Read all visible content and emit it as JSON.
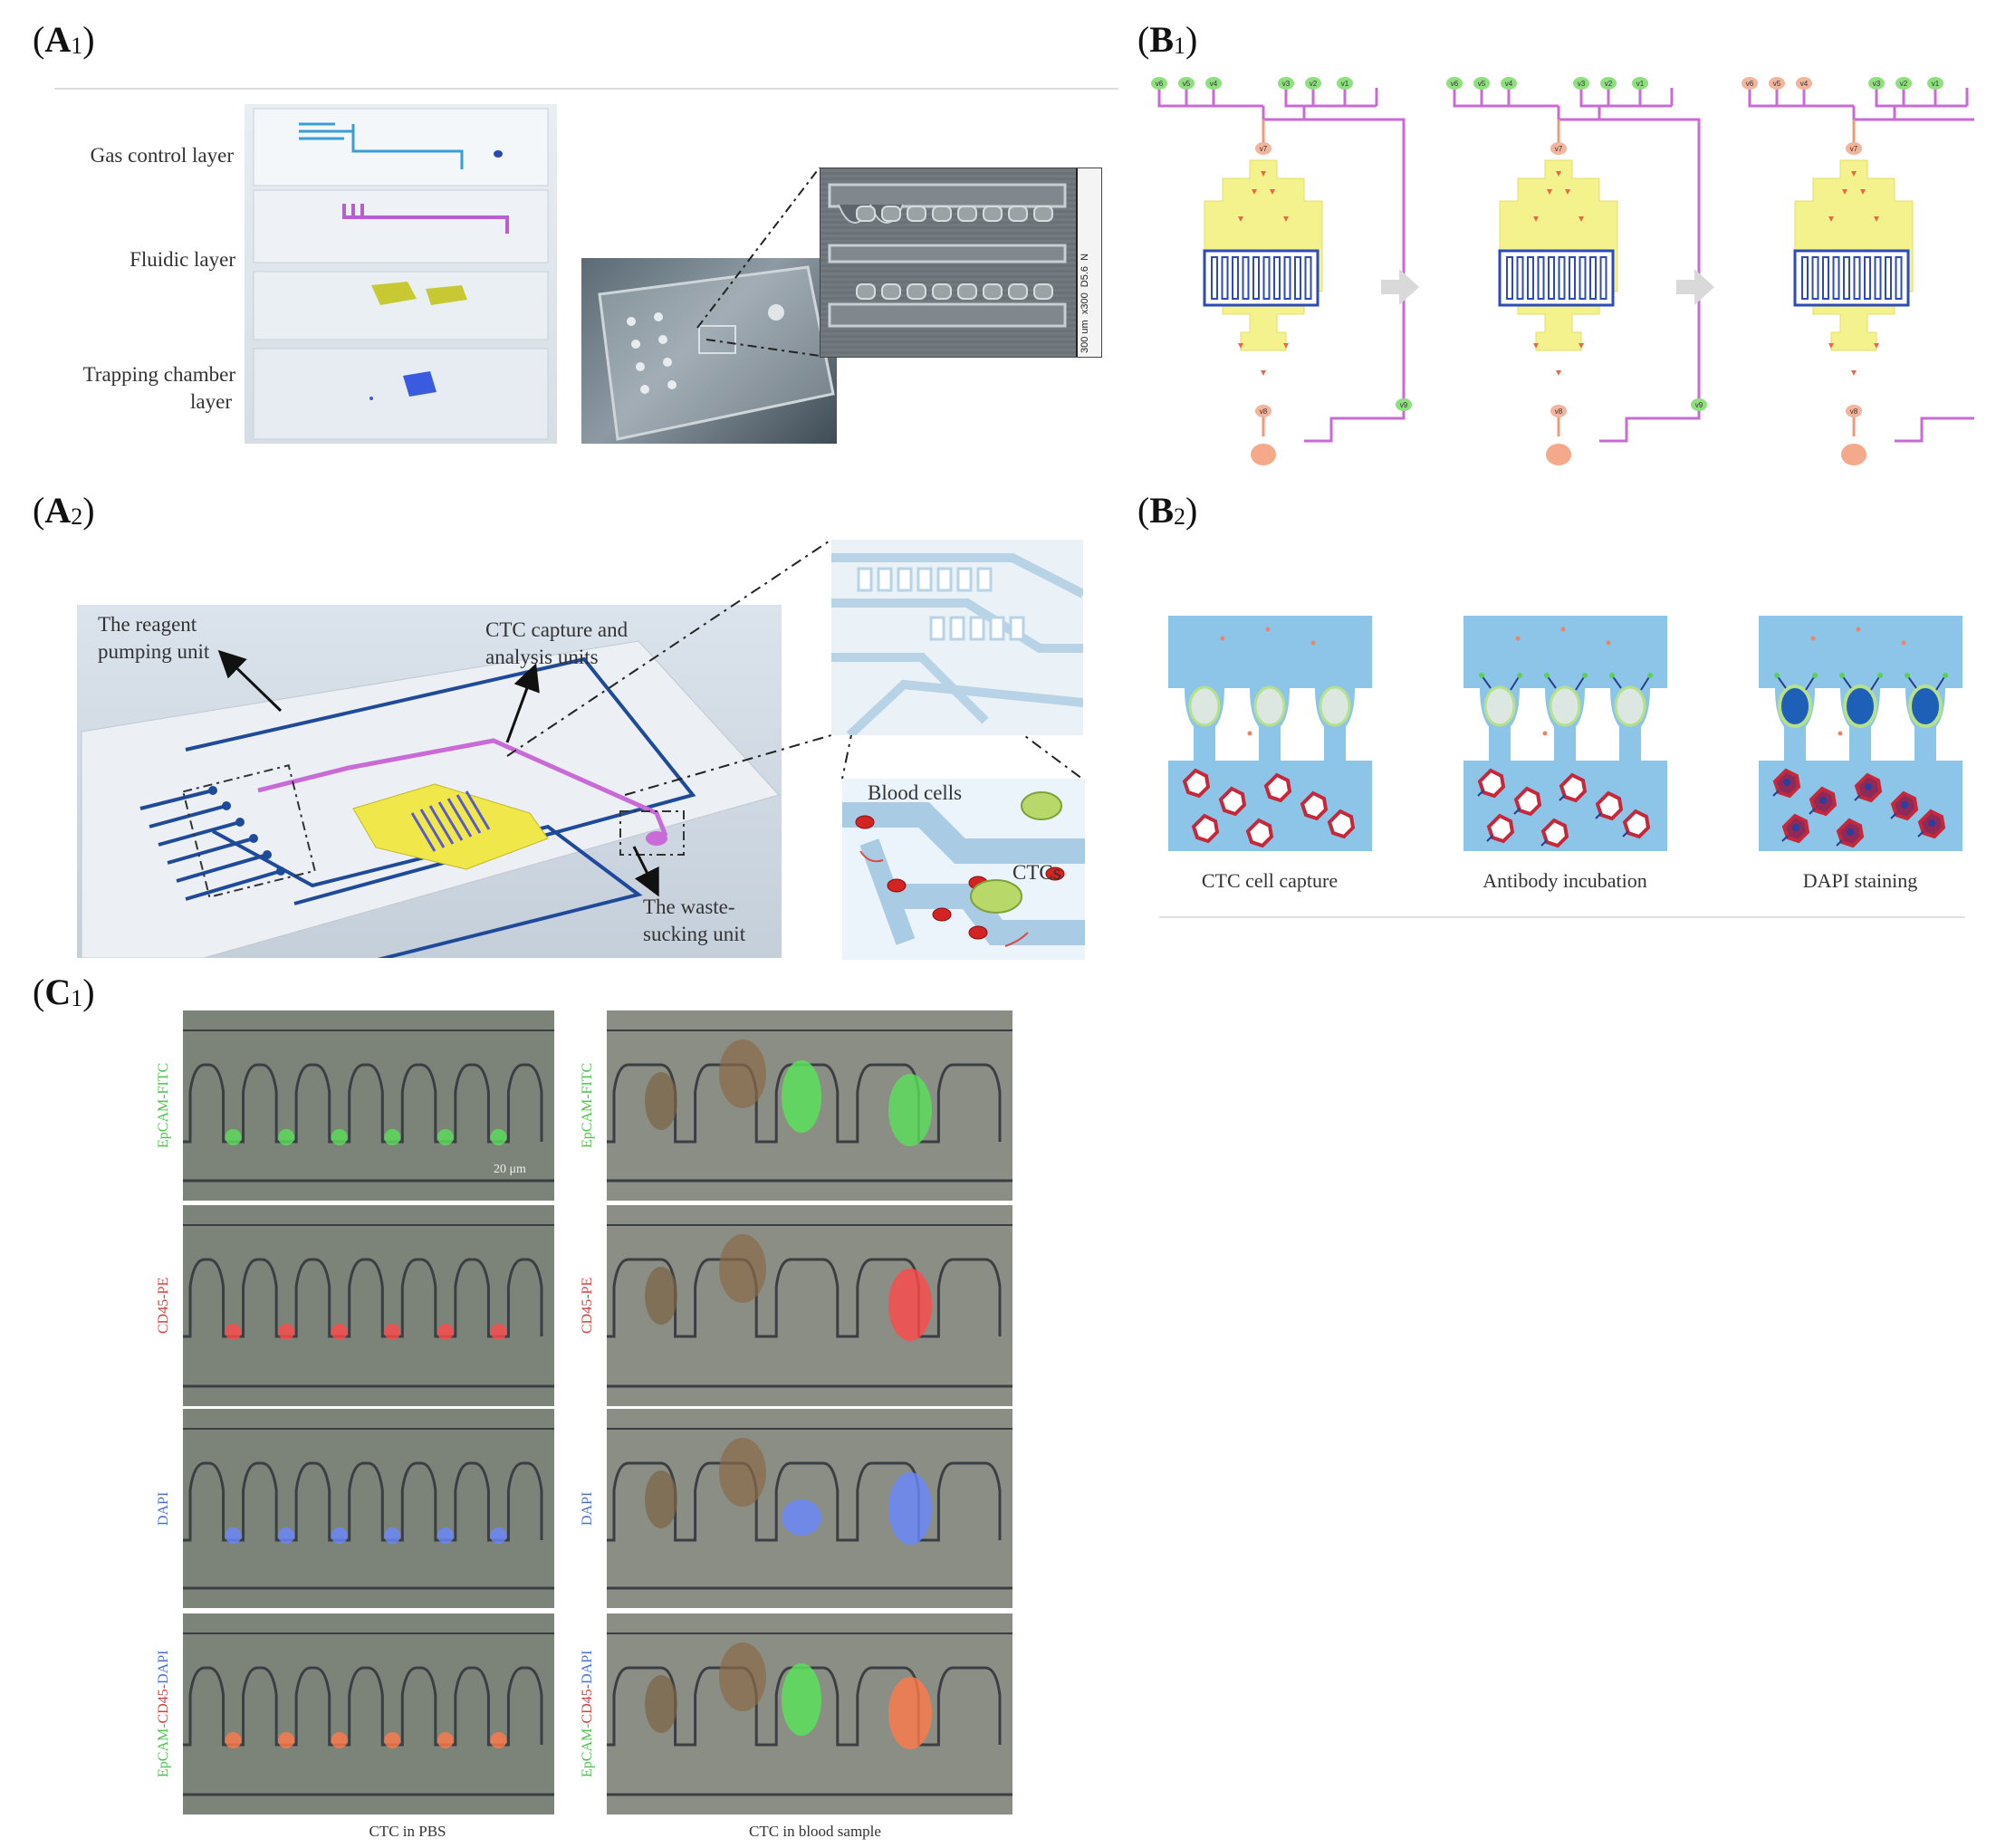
{
  "panels": {
    "A1": {
      "letter": "A",
      "subscript": "1",
      "layers": [
        "Gas control layer",
        "Fluidic layer",
        "Trapping chamber layer"
      ],
      "trapping_line1": "Trapping chamber",
      "trapping_line2": "layer",
      "sem_scale": "300 um",
      "sem_mag": "x300",
      "sem_id": "D5.6",
      "sem_n": "N"
    },
    "A2": {
      "letter": "A",
      "subscript": "2",
      "reagent_line1": "The reagent",
      "reagent_line2": "pumping unit",
      "ctc_line1": "CTC capture and",
      "ctc_line2": "analysis units",
      "waste_line1": "The waste-",
      "waste_line2": "sucking unit",
      "blood_cells": "Blood cells",
      "ctcs": "CTCs"
    },
    "B1": {
      "letter": "B",
      "subscript": "1",
      "top_valves": [
        "v6",
        "v5",
        "v4",
        "v3",
        "v2",
        "v1"
      ],
      "v7": "v7",
      "v8": "v8",
      "v9": "v9"
    },
    "B2": {
      "letter": "B",
      "subscript": "2",
      "steps": [
        "CTC cell capture",
        "Antibody incubation",
        "DAPI staining"
      ]
    },
    "C1": {
      "letter": "C",
      "subscript": "1",
      "row_labels": [
        {
          "parts": [
            {
              "text": "EpCAM-FITC",
              "color": "#4fbf4f"
            }
          ]
        },
        {
          "parts": [
            {
              "text": "CD45-PE",
              "color": "#d64040"
            }
          ]
        },
        {
          "parts": [
            {
              "text": "DAPI",
              "color": "#4a6fd0"
            }
          ]
        },
        {
          "parts": [
            {
              "text": "EpCAM-",
              "color": "#4fbf4f"
            },
            {
              "text": "CD45-",
              "color": "#d64040"
            },
            {
              "text": "DAPI",
              "color": "#4a6fd0"
            }
          ]
        }
      ],
      "scale_bar": "20 μm",
      "col_left": "CTC in PBS",
      "col_right": "CTC in blood sample"
    }
  },
  "colors": {
    "valve_green": "#8ee07e",
    "valve_pink": "#f2b49b",
    "channel_purple": "#c86bd6",
    "chamber_yellow": "#f4f28c",
    "array_blue": "#2e4ab8",
    "b2_blue": "#8dc5e8",
    "blood_red": "#c4283a",
    "ctc_green": "#9be07a"
  }
}
